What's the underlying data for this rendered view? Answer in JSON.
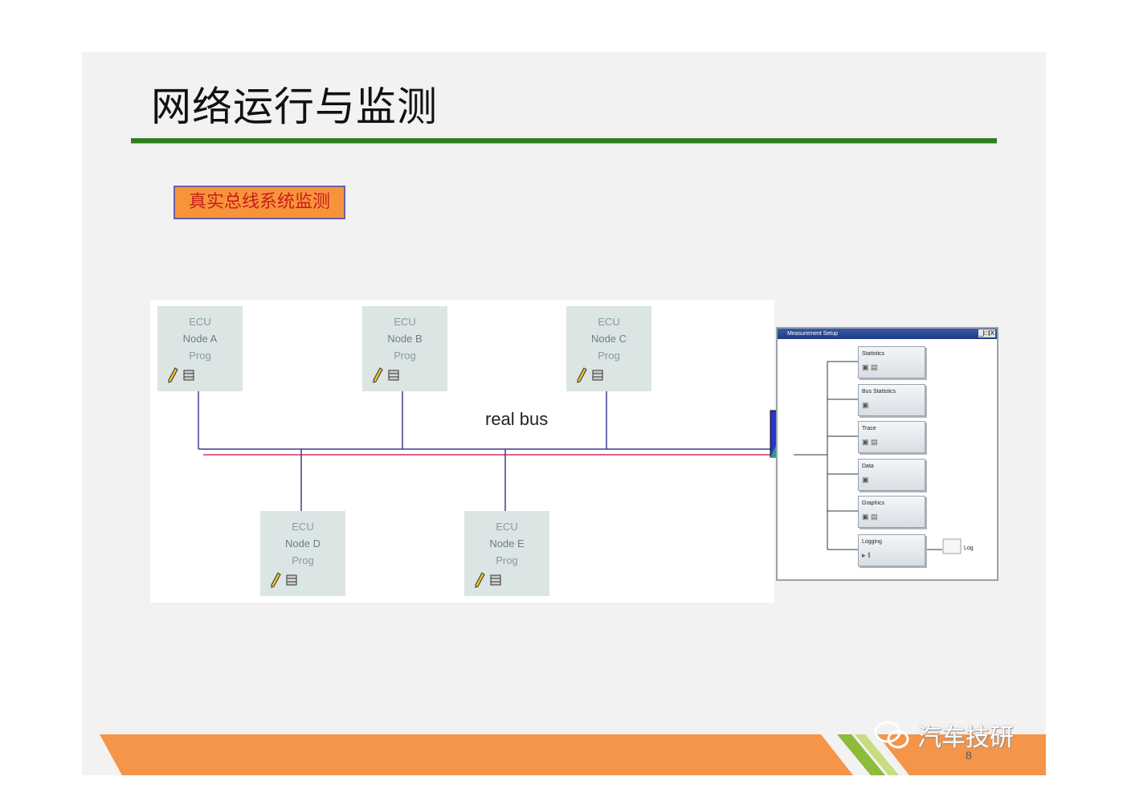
{
  "slide": {
    "title": "网络运行与监测",
    "tag": "真实总线系统监测",
    "page_number": "8",
    "watermark": "汽车技研"
  },
  "diagram": {
    "bus_label": "real bus",
    "nodes": [
      {
        "type": "ECU",
        "name": "Node A",
        "prog": "Prog"
      },
      {
        "type": "ECU",
        "name": "Node B",
        "prog": "Prog"
      },
      {
        "type": "ECU",
        "name": "Node C",
        "prog": "Prog"
      },
      {
        "type": "ECU",
        "name": "Node D",
        "prog": "Prog"
      },
      {
        "type": "ECU",
        "name": "Node E",
        "prog": "Prog"
      }
    ]
  },
  "measurement_window": {
    "title": "Measurement Setup",
    "buttons": "_|□|X",
    "blocks": [
      "Statistics",
      "Bus Statistics",
      "Trace",
      "Data",
      "Graphics",
      "Logging"
    ],
    "log_label": "Log"
  },
  "colors": {
    "title_rule": "#2e7d1f",
    "tag_fill": "#f7943b",
    "tag_text": "#c81c1c",
    "bus_blue": "#3a3f8f",
    "bus_red": "#d0306a",
    "footer_orange": "#f4954a"
  }
}
